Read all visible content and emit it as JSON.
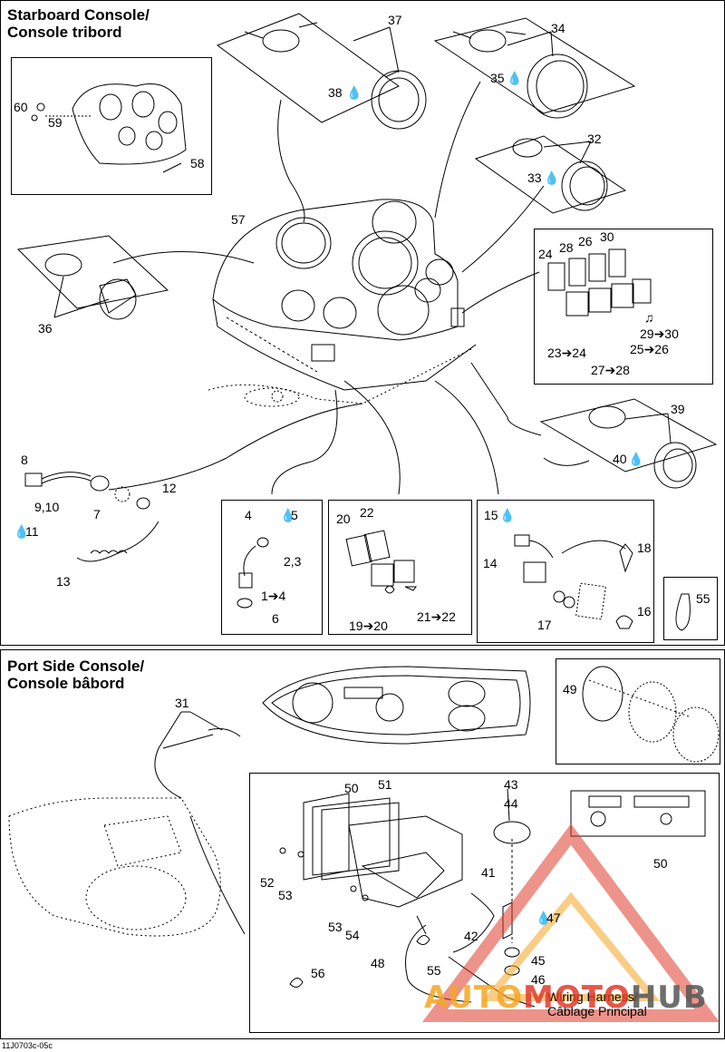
{
  "starboard": {
    "title_en": "Starboard Console/",
    "title_fr": "Console tribord"
  },
  "port": {
    "title_en": "Port Side Console/",
    "title_fr": "Console bâbord"
  },
  "callouts": {
    "c37": "37",
    "c38": "38",
    "c34": "34",
    "c35": "35",
    "c32": "32",
    "c33": "33",
    "c60": "60",
    "c59": "59",
    "c58": "58",
    "c57": "57",
    "c24": "24",
    "c28": "28",
    "c26": "26",
    "c30": "30",
    "c29_30": "29➔30",
    "c23_24": "23➔24",
    "c25_26": "25➔26",
    "c27_28": "27➔28",
    "c36": "36",
    "c39": "39",
    "c40": "40",
    "c8": "8",
    "c9_10": "9,10",
    "c7": "7",
    "c12": "12",
    "c11": "11",
    "c13": "13",
    "c4": "4",
    "c5": "5",
    "c2_3": "2,3",
    "c1_4": "1➔4",
    "c6": "6",
    "c20": "20",
    "c22": "22",
    "c19_20": "19➔20",
    "c21_22": "21➔22",
    "c15": "15",
    "c14": "14",
    "c18": "18",
    "c17": "17",
    "c16": "16",
    "c55a": "55",
    "c31": "31",
    "c49": "49",
    "c50a": "50",
    "c51": "51",
    "c43": "43",
    "c44": "44",
    "c50b": "50",
    "c52": "52",
    "c53a": "53",
    "c41": "41",
    "c53b": "53",
    "c54": "54",
    "c42": "42",
    "c47": "47",
    "c45": "45",
    "c48": "48",
    "c55b": "55",
    "c46": "46",
    "c56": "56"
  },
  "harness": {
    "en": "Wiring Harness/",
    "fr": "Câblage Principal"
  },
  "figure_code": "11J0703c-05c",
  "watermark": {
    "auto": "AUTO",
    "moto": "MOTO",
    "hub": "HUB",
    "color_red": "#e03b2c",
    "color_orange": "#f5a623",
    "color_gray": "#555555"
  },
  "icons": [
    "drop-icon",
    "arrow-right-icon",
    "music-note-icon",
    "lamp-icon",
    "fan-icon"
  ]
}
